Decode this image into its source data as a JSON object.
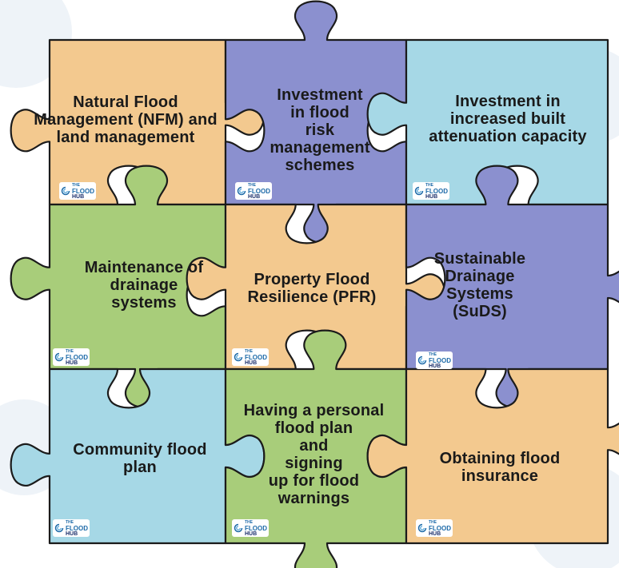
{
  "colors": {
    "peach": "#f3c98f",
    "purple": "#8b90cf",
    "lightblue": "#a6d8e6",
    "green": "#a8cd7a",
    "outline": "#1b1b1b"
  },
  "logo": {
    "the": "THE",
    "flood": "FLOOD",
    "hub": "HUB",
    "icon": "flood-hub-swirl-icon"
  },
  "pieces": [
    {
      "id": "nfm",
      "label": "Natural Flood\nManagement (NFM) and\nland management",
      "color": "peach"
    },
    {
      "id": "investment-schemes",
      "label": "Investment\nin flood\nrisk\nmanagement\nschemes",
      "color": "purple"
    },
    {
      "id": "investment-attenuation",
      "label": "Investment in\nincreased built\nattenuation capacity",
      "color": "lightblue"
    },
    {
      "id": "maintenance",
      "label": "Maintenance of\ndrainage\nsystems",
      "color": "green"
    },
    {
      "id": "pfr",
      "label": "Property Flood\nResilience (PFR)",
      "color": "peach"
    },
    {
      "id": "suds",
      "label": "Sustainable\nDrainage\nSystems\n(SuDS)",
      "color": "purple"
    },
    {
      "id": "community",
      "label": "Community flood\nplan",
      "color": "lightblue"
    },
    {
      "id": "personal",
      "label": "Having a personal\nflood plan\nand\nsigning\nup for flood\nwarnings",
      "color": "green"
    },
    {
      "id": "insurance",
      "label": "Obtaining flood\ninsurance",
      "color": "peach"
    }
  ]
}
